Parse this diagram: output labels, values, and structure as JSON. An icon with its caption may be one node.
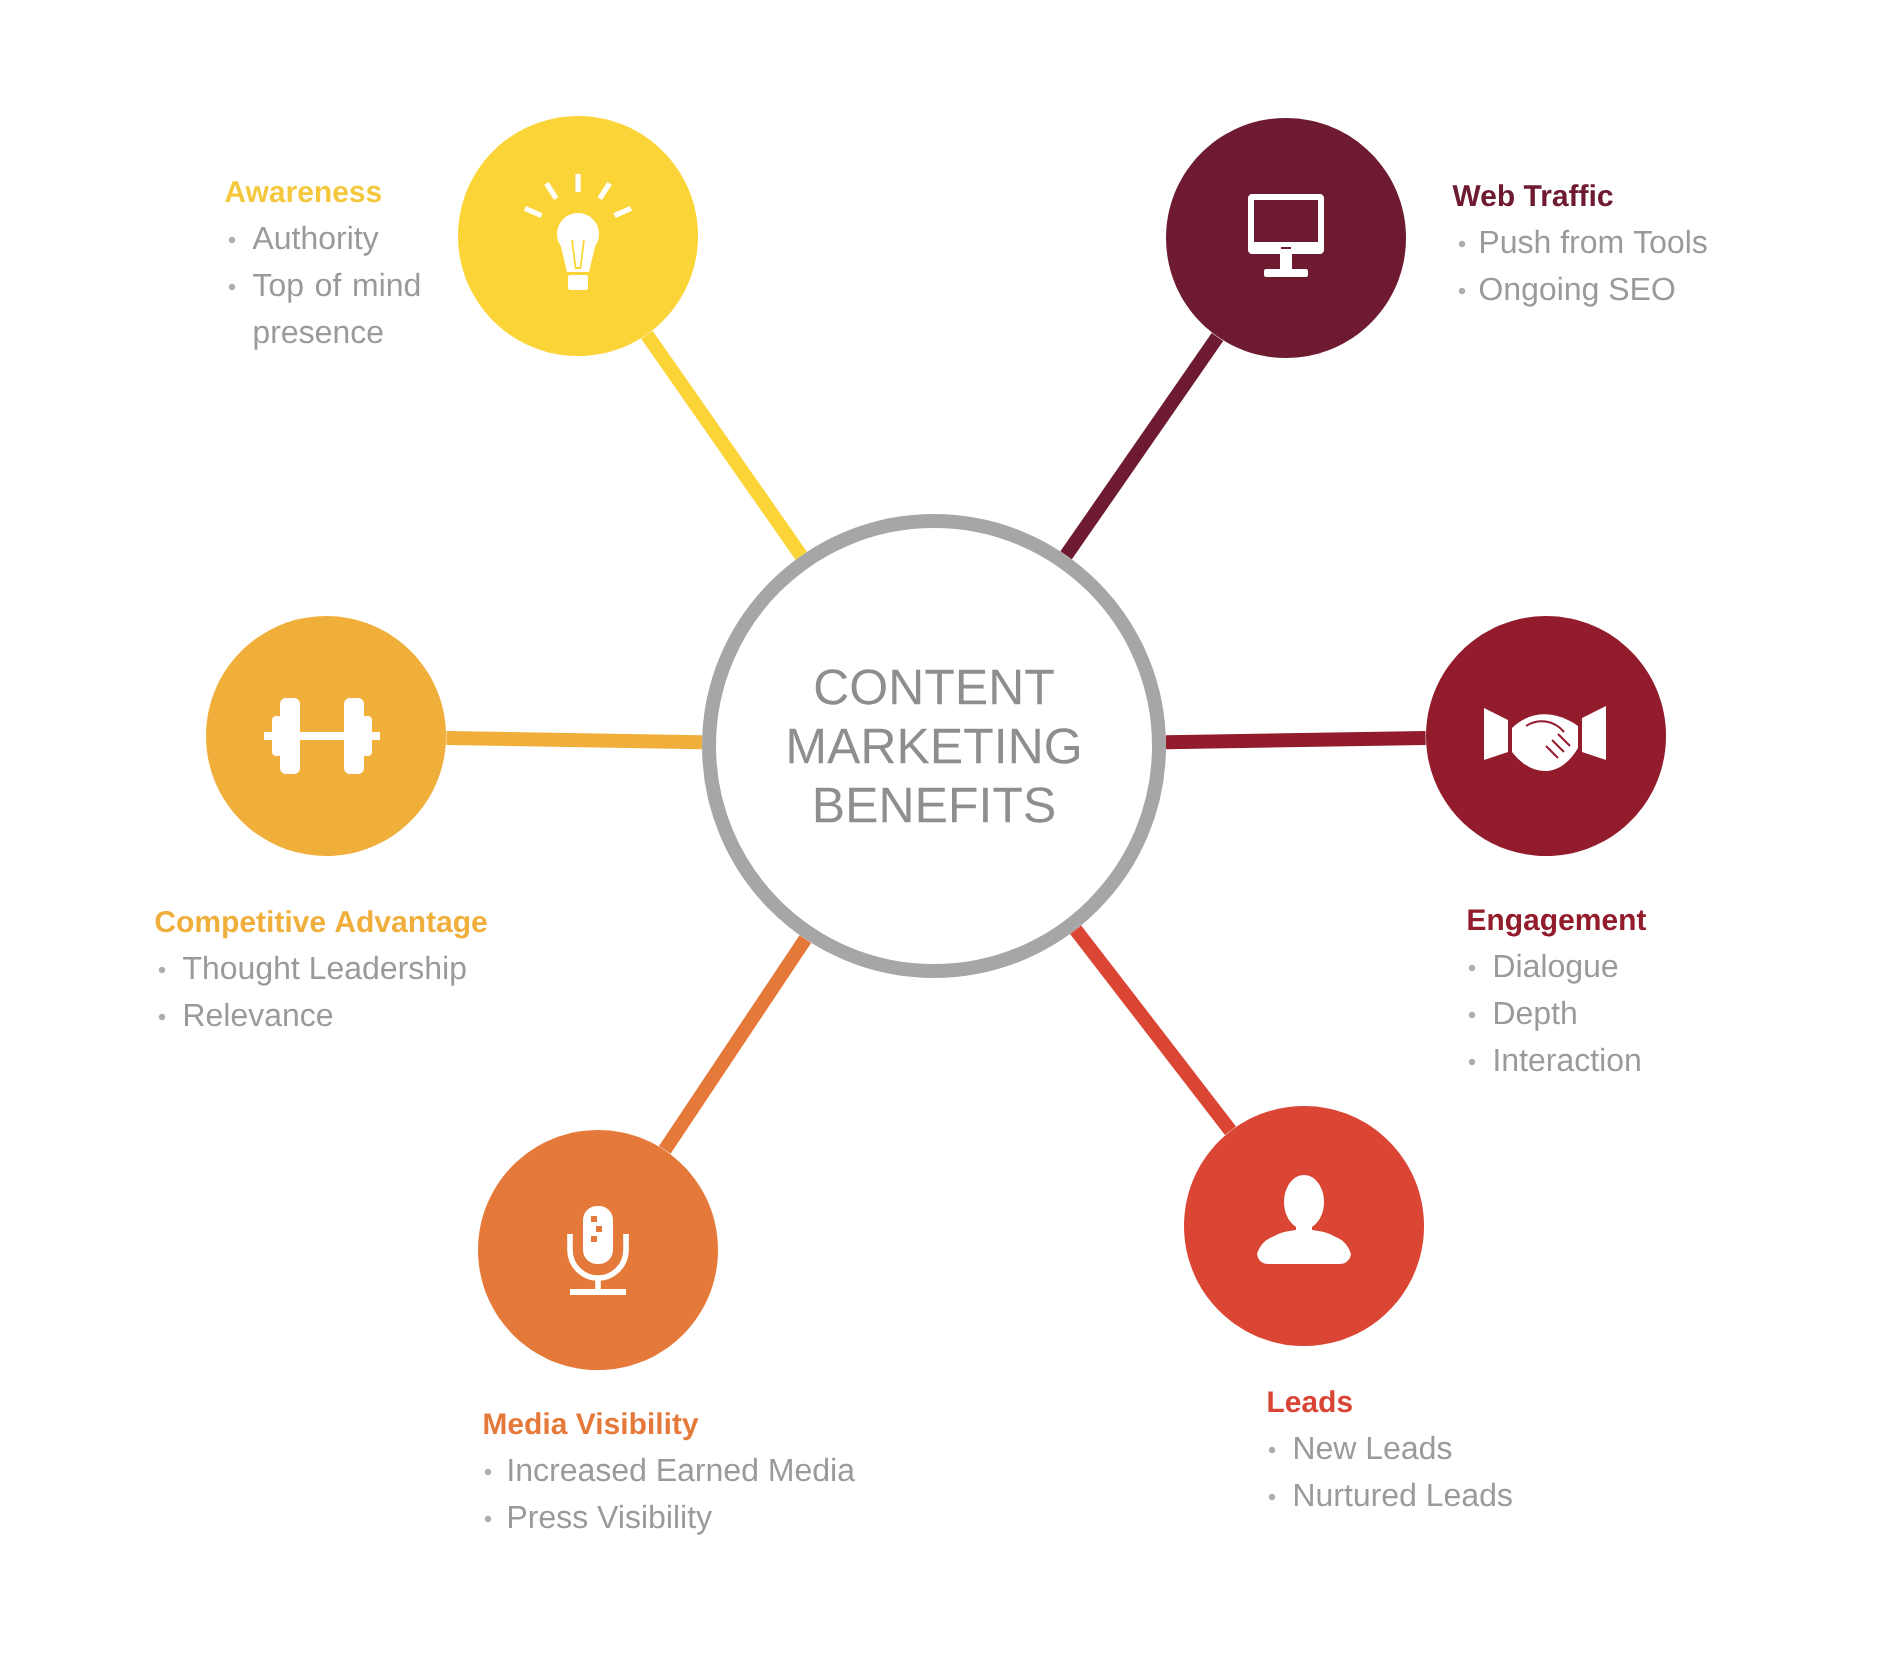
{
  "diagram": {
    "nodes": [
      {
        "text": [
          "CONTENT MARKETING BENEFITS"
        ]
      },
      {
        "text": [
          "Awareness",
          "Authority",
          "Top of mind presence"
        ]
      },
      {
        "text": [
          "Web Traffic",
          "Push from Tools",
          "Ongoing SEO"
        ]
      },
      {
        "text": [
          "Competitive Advantage",
          "Thought Leadership",
          "Relevance"
        ]
      },
      {
        "text": [
          "Engagement",
          "Dialogue",
          "Depth",
          "Interaction"
        ]
      },
      {
        "text": [
          "Media Visibility",
          "Increased Earned Media",
          "Press Visibility"
        ]
      },
      {
        "text": [
          "Leads",
          "New Leads",
          "Nurtured Leads"
        ]
      }
    ],
    "edges": [
      {
        "from": 0,
        "to": 1,
        "arrow": "none",
        "color": "#fbd437"
      },
      {
        "from": 0,
        "to": 2,
        "arrow": "none",
        "color": "#6e1b32"
      },
      {
        "from": 0,
        "to": 3,
        "arrow": "none",
        "color": "#f0ae3b"
      },
      {
        "from": 0,
        "to": 4,
        "arrow": "none",
        "color": "#921b2c"
      },
      {
        "from": 0,
        "to": 5,
        "arrow": "none",
        "color": "#e5793a"
      },
      {
        "from": 0,
        "to": 6,
        "arrow": "none",
        "color": "#da4534"
      }
    ]
  }
}
